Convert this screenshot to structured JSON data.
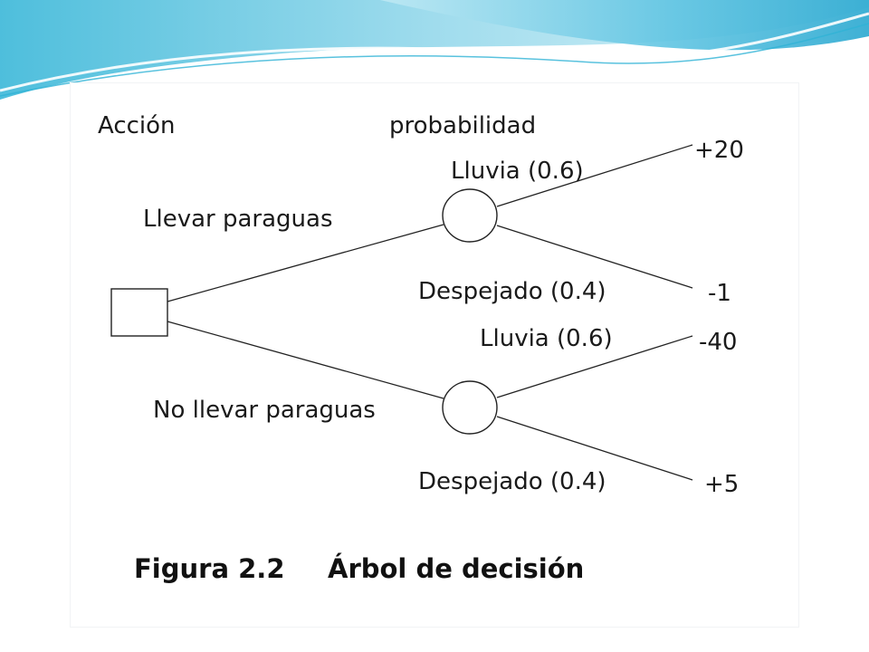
{
  "header": {
    "accion": "Acción",
    "probabilidad": "probabilidad"
  },
  "actions": {
    "llevar": "Llevar paraguas",
    "no_llevar": "No llevar paraguas"
  },
  "outcomes": {
    "llevar_lluvia": "Lluvia (0.6)",
    "llevar_despejado": "Despejado (0.4)",
    "no_llevar_lluvia": "Lluvia (0.6)",
    "no_llevar_despejado": "Despejado (0.4)"
  },
  "payoffs": {
    "p1": "+20",
    "p2": "-1",
    "p3": "-40",
    "p4": "+5"
  },
  "caption": {
    "figure_label": "Figura 2.2",
    "title": "Árbol de decisión"
  },
  "colors": {
    "swoosh_light": "#cfeef6",
    "swoosh_mid": "#7dcde6",
    "swoosh_dark": "#2fb3d6"
  }
}
